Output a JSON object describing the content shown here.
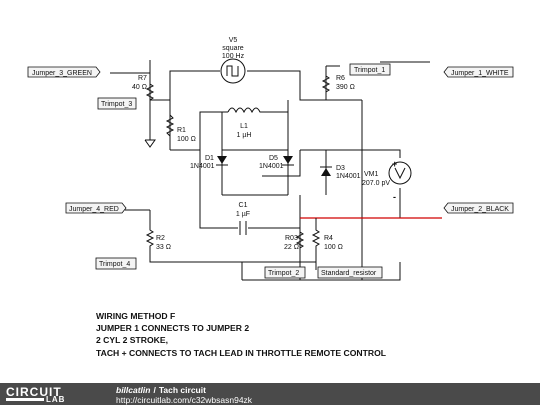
{
  "schematic": {
    "source": {
      "name": "V5",
      "type": "square",
      "freq": "100 Hz"
    },
    "r7": {
      "name": "R7",
      "value": "40 Ω"
    },
    "r6": {
      "name": "R6",
      "value": "390 Ω"
    },
    "r1": {
      "name": "R1",
      "value": "100 Ω"
    },
    "l1": {
      "name": "L1",
      "value": "1 µH"
    },
    "d1": {
      "name": "D1",
      "part": "1N4001"
    },
    "d5": {
      "name": "D5",
      "part": "1N4001"
    },
    "d3": {
      "name": "D3",
      "part": "1N4001"
    },
    "vm1": {
      "name": "VM1",
      "value": "207.0 pV",
      "plus": "+",
      "minus": "-"
    },
    "c1": {
      "name": "C1",
      "value": "1 µF"
    },
    "r2": {
      "name": "R2",
      "value": "33 Ω"
    },
    "r03": {
      "name": "R03",
      "value": "22 Ω"
    },
    "r4": {
      "name": "R4",
      "value": "100 Ω"
    },
    "tags": {
      "jumper3": "Jumper_3_GREEN",
      "trimpot3": "Trimpot_3",
      "trimpot1": "Trimpot_1",
      "jumper1": "Jumper_1_WHITE",
      "jumper4": "Jumper_4_RED",
      "trimpot4": "Trimpot_4",
      "jumper2": "Jumper_2_BLACK",
      "trimpot2": "Trimpot_2",
      "standard": "Standard_resistor"
    }
  },
  "notes": [
    "WIRING METHOD F",
    "JUMPER 1 CONNECTS TO JUMPER 2",
    "2 CYL 2 STROKE,",
    "TACH + CONNECTS TO TACH LEAD IN THROTTLE REMOTE CONTROL"
  ],
  "footer": {
    "logo_top": "CIRCUIT",
    "logo_bottom": "LAB",
    "author": "billcatlin",
    "separator": "/",
    "title": "Tach circuit",
    "url": "http://circuitlab.com/c32wbsasn94zk"
  },
  "colors": {
    "wire": "#111111",
    "highlight_wire": "#d00000",
    "footer_bg": "#4a4a4a"
  }
}
